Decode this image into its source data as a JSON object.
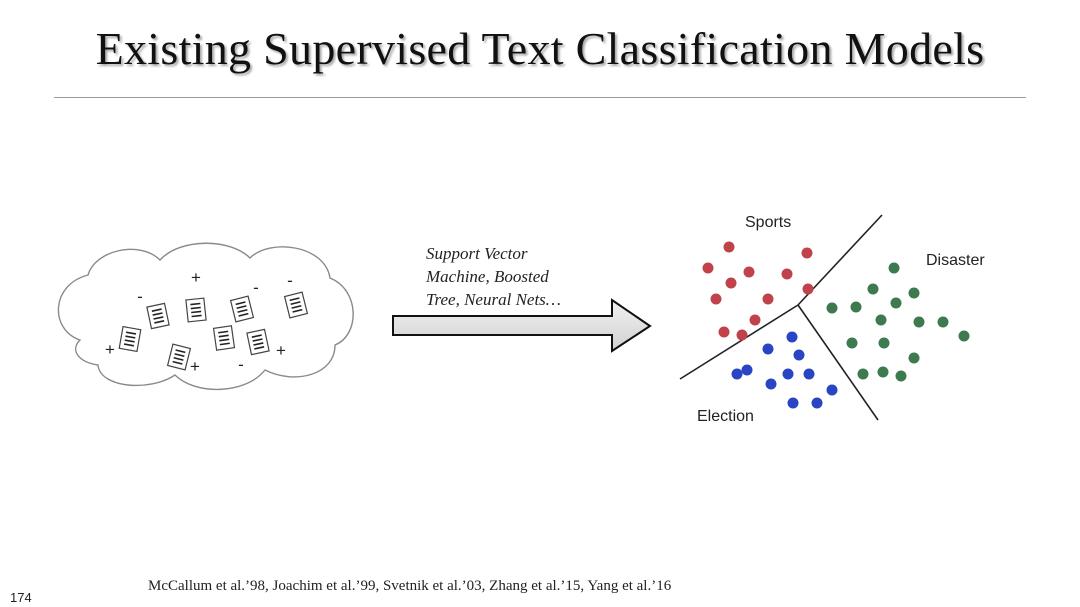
{
  "slide": {
    "title": "Existing Supervised Text Classification Models",
    "arrow_label_lines": [
      "Support Vector",
      "Machine, Boosted",
      "Tree, Neural Nets…"
    ],
    "citation": "McCallum et al.’98, Joachim et al.’99, Svetnik et al.’03, Zhang et al.’15, Yang et al.’16",
    "page_number": "174"
  },
  "cloud": {
    "signs": [
      "+",
      "-",
      "-",
      "-",
      "+",
      "+",
      "+",
      "-"
    ]
  },
  "classes": {
    "sports": {
      "label": "Sports",
      "color": "#c0434b"
    },
    "disaster": {
      "label": "Disaster",
      "color": "#3e7a50"
    },
    "election": {
      "label": "Election",
      "color": "#2a45c4"
    }
  }
}
